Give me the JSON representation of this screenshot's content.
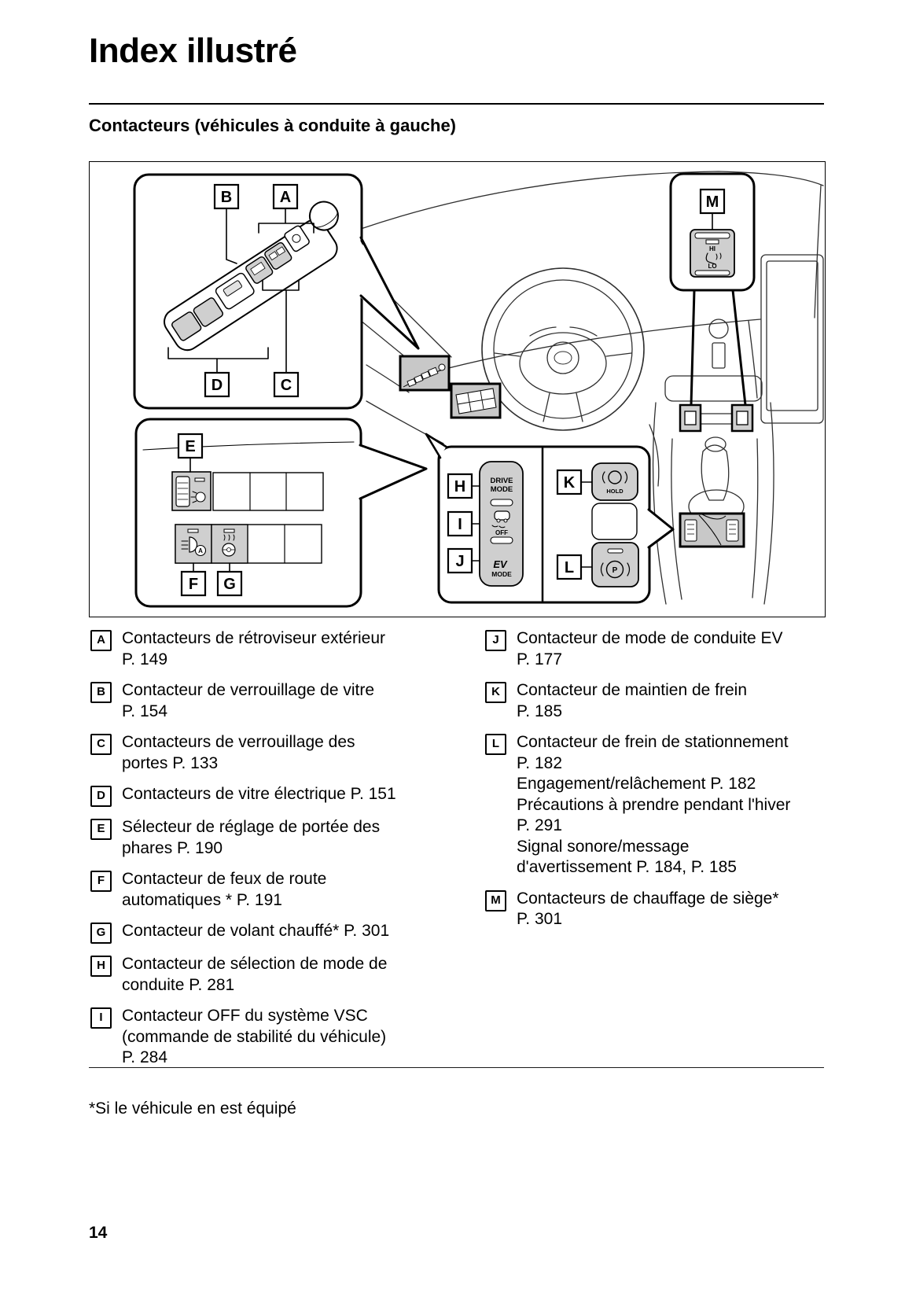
{
  "page": {
    "title": "Index illustré",
    "section_heading": "Contacteurs (véhicules à conduite à gauche)",
    "footnote": "*Si le véhicule en est équipé",
    "page_number": "14"
  },
  "figure": {
    "letters": {
      "A": "A",
      "B": "B",
      "C": "C",
      "D": "D",
      "E": "E",
      "F": "F",
      "G": "G",
      "H": "H",
      "I": "I",
      "J": "J",
      "K": "K",
      "L": "L",
      "M": "M"
    },
    "switch_labels": {
      "drive": "DRIVE",
      "drive_mode": "MODE",
      "vsc_off": "OFF",
      "ev": "EV",
      "ev_mode": "MODE",
      "hold": "HOLD",
      "parking": "P",
      "seat_hi": "HI",
      "seat_lo": "LO",
      "auto": "A"
    }
  },
  "legend": {
    "left": [
      {
        "letter": "A",
        "lines": [
          "Contacteurs de rétroviseur extérieur",
          "P. 149"
        ]
      },
      {
        "letter": "B",
        "lines": [
          "Contacteur de verrouillage de vitre",
          "P. 154"
        ]
      },
      {
        "letter": "C",
        "lines": [
          "Contacteurs de verrouillage des",
          "portes P. 133"
        ]
      },
      {
        "letter": "D",
        "lines": [
          "Contacteurs de vitre électrique P. 151"
        ]
      },
      {
        "letter": "E",
        "lines": [
          "Sélecteur de réglage de portée des",
          "phares P. 190"
        ]
      },
      {
        "letter": "F",
        "lines": [
          "Contacteur de feux de route",
          "automatiques * P. 191"
        ]
      },
      {
        "letter": "G",
        "lines": [
          "Contacteur de volant chauffé* P. 301"
        ]
      },
      {
        "letter": "H",
        "lines": [
          "Contacteur de sélection de mode de",
          "conduite P. 281"
        ]
      },
      {
        "letter": "I",
        "lines": [
          "Contacteur OFF du système VSC",
          "(commande de stabilité du véhicule)",
          "P. 284"
        ]
      }
    ],
    "right": [
      {
        "letter": "J",
        "lines": [
          "Contacteur de mode de conduite EV",
          "P. 177"
        ]
      },
      {
        "letter": "K",
        "lines": [
          "Contacteur de maintien de frein",
          "P. 185"
        ]
      },
      {
        "letter": "L",
        "lines": [
          "Contacteur de frein de stationnement",
          "P. 182",
          "Engagement/relâchement P. 182",
          "Précautions à prendre pendant l'hiver",
          "P. 291",
          "Signal sonore/message",
          "d'avertissement P. 184, P. 185"
        ]
      },
      {
        "letter": "M",
        "lines": [
          "Contacteurs de chauffage de siège*",
          "P. 301"
        ]
      }
    ]
  }
}
